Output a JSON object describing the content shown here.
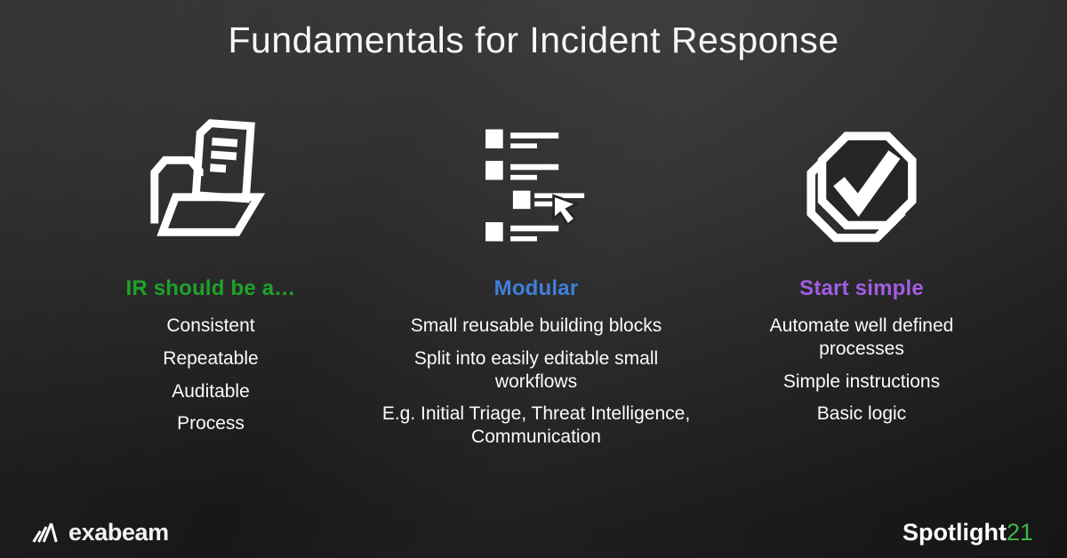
{
  "slide": {
    "title": "Fundamentals for Incident Response"
  },
  "columns": [
    {
      "icon": "folder-document-icon",
      "heading": "IR should be a…",
      "heading_color": "#1ea32c",
      "items": [
        "Consistent",
        "Repeatable",
        "Auditable",
        "Process"
      ]
    },
    {
      "icon": "modular-list-icon",
      "heading": "Modular",
      "heading_color": "#3f80d9",
      "items": [
        "Small reusable building blocks",
        "Split into easily editable small workflows",
        "E.g. Initial Triage, Threat Intelligence, Communication"
      ]
    },
    {
      "icon": "check-octagon-icon",
      "heading": "Start simple",
      "heading_color": "#a35de4",
      "items": [
        "Automate well defined processes",
        "Simple instructions",
        "Basic logic"
      ]
    }
  ],
  "footer": {
    "brand": "exabeam",
    "event_name": "Spotlight",
    "event_year": "21",
    "event_year_color": "#3db54b"
  }
}
